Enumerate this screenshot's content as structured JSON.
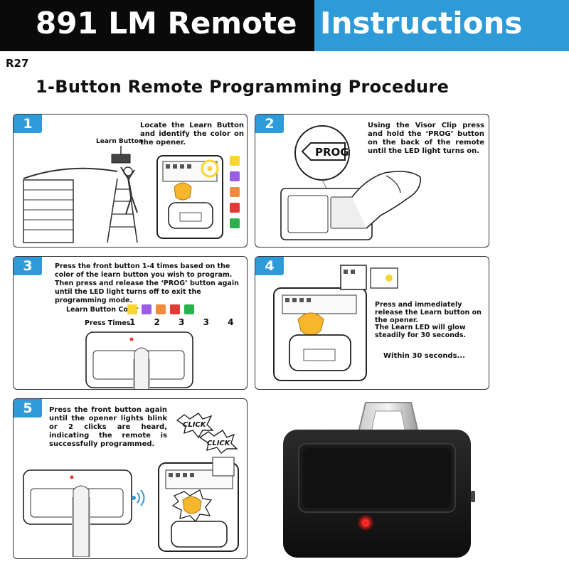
{
  "header": {
    "title": "891 LM Remote",
    "subtitle": "Instructions",
    "code": "R27",
    "main_title": "1-Button Remote Programming Procedure"
  },
  "colors": {
    "header_black": "#0a0a0a",
    "header_blue": "#2f9ad8",
    "learn_yellow": "#f7d631",
    "learn_purple": "#9b5de5",
    "learn_orange": "#f08a3c",
    "learn_red": "#e53935",
    "learn_green": "#2bb24c",
    "led_red": "#ff1a1a"
  },
  "steps": [
    {
      "number": "1",
      "text": "Locate the Learn Button and identify the color on the opener.",
      "callout": "Learn Button"
    },
    {
      "number": "2",
      "text": "Using the Visor Clip press and hold the ‘PROG’ button on the back of the remote until the LED light turns on.",
      "prog_label": "PROG"
    },
    {
      "number": "3",
      "text": "Press the front button 1-4 times based on the color of the learn button you wish to program. Then press and release the ‘PROG’ button again until the LED light turns off to exit the programming mode.",
      "color_row_label": "Learn Button Color",
      "press_row_label": "Press Times",
      "press_times": "1 2 3 3 4"
    },
    {
      "number": "4",
      "text_a": "Press and immediately release the Learn button on the opener.",
      "text_b": "The Learn LED will glow steadily for 30 seconds.",
      "text_c": "Within 30 seconds..."
    },
    {
      "number": "5",
      "text": "Press the front button again until the opener lights blink or 2 clicks are heard, indicating the remote is successfully programmed.",
      "click1": "CLICK",
      "click2": "CLICK"
    }
  ]
}
